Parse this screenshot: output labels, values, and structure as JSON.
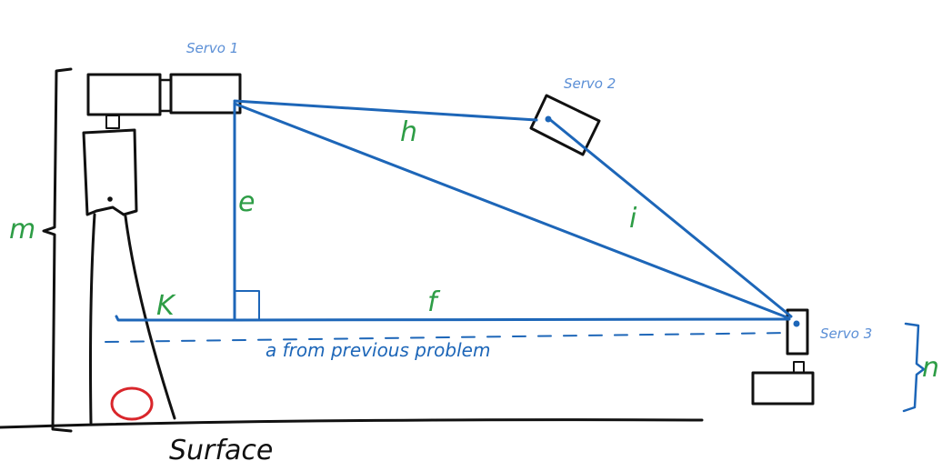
{
  "labels": {
    "servo1": "Servo 1",
    "servo2": "Servo 2",
    "servo3": "Servo 3",
    "h": "h",
    "e": "e",
    "i": "i",
    "f": "f",
    "k": "K",
    "m": "m",
    "n": "n",
    "a_note": "a from previous problem",
    "surface": "Surface"
  },
  "colors": {
    "ink": "#111111",
    "blue": "#1d66b8",
    "light_blue": "#5b8fd6",
    "green": "#2e9d46",
    "red": "#d9262b"
  }
}
